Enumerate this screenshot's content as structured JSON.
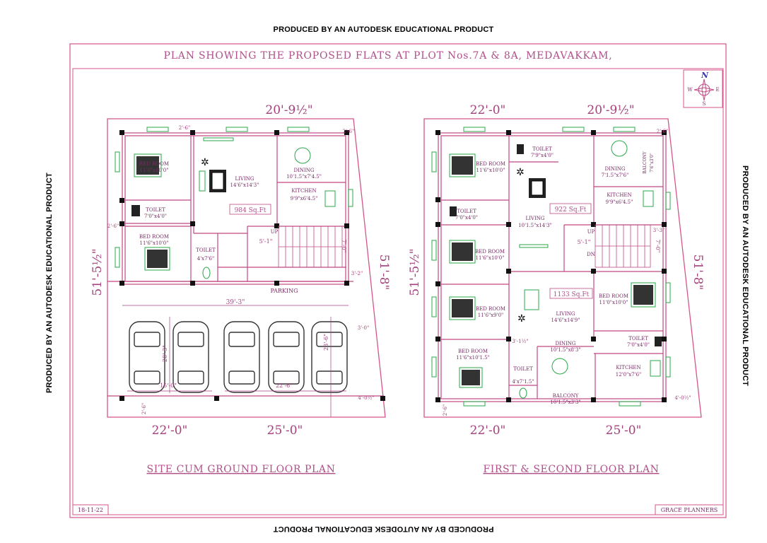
{
  "watermark": {
    "text": "PRODUCED BY AN AUTODESK EDUCATIONAL PRODUCT"
  },
  "sheet": {
    "title": "PLAN SHOWING THE PROPOSED FLATS AT PLOT Nos.7A & 8A, MEDAVAKKAM,",
    "date": "18-11-22",
    "firm": "GRACE PLANNERS",
    "colors": {
      "border": "#d4558c",
      "wall": "#c04884",
      "column": "#000000",
      "fixture": "#2aa84a",
      "text": "#9a3f78"
    }
  },
  "compass": {
    "n": "N",
    "s": "S",
    "e": "E",
    "w": "W"
  },
  "ground_plan": {
    "caption": "SITE CUM GROUND FLOOR PLAN",
    "dims": {
      "top": "20'-9½\"",
      "left": "51'-5½\"",
      "right": "51'-8\"",
      "bottom_left": "22'-0\"",
      "bottom_right": "25'-0\"",
      "width_39": "39'-3\"",
      "setback_a": "2'-6\"",
      "setback_b": "2'-6\"",
      "setback_c": "2'-6\"",
      "setback_d": "3'-2\"",
      "setback_e": "3'-0\"",
      "setback_f": "4'-0½\"",
      "stair_w": "5'-1\"",
      "stair_h": "7'-0\"",
      "park_a": "15'-0\"",
      "park_b": "22'-6\"",
      "park_h1": "20'-3\"",
      "park_h2": "23'-6\"",
      "setback_g": "2'-6\""
    },
    "rooms": {
      "bed1": "BED ROOM",
      "bed1_size": "11'6\"x10'0\"",
      "living": "LIVING",
      "living_size": "14'6\"x14'3\"",
      "dining": "DINING",
      "dining_size": "10'1.5\"x7'4.5\"",
      "kitchen": "KITCHEN",
      "kitchen_size": "9'9\"x6'4.5\"",
      "toilet1": "TOILET",
      "toilet1_size": "7'0\"x4'0\"",
      "bed2": "BED ROOM",
      "bed2_size": "11'6\"x10'0\"",
      "toilet2": "TOILET",
      "toilet2_size": "4'x7'6\"",
      "area": "984 Sq.Ft",
      "up": "UP",
      "parking": "PARKING"
    }
  },
  "upper_plan": {
    "caption": "FIRST & SECOND FLOOR PLAN",
    "dims": {
      "top_left": "22'-0\"",
      "top_right": "20'-9½\"",
      "left": "51'-5½\"",
      "right": "51'-8\"",
      "bottom_left": "22'-0\"",
      "bottom_right": "25'-0\"",
      "setback_a": "2'-6\"",
      "setback_b": "3'-3\"",
      "stair_w": "5'-1\"",
      "stair_h": "7'-0\"",
      "setback_c": "3'-1½\"",
      "setback_d": "4'-0½\"",
      "setback_e": "2'-6\""
    },
    "rooms": {
      "bed1": "BED ROOM",
      "bed1_size": "11'6\"x10'0\"",
      "toilet1": "TOILET",
      "toilet1_size": "7'9\"x4'0\"",
      "dining1": "DINING",
      "dining1_size": "7'1.5\"x7'6\"",
      "balcony1": "BALCONY",
      "balcony1_size": "7'6\"x3'0\"",
      "kitchen1": "KITCHEN",
      "kitchen1_size": "9'9\"x6'4.5\"",
      "toilet2": "TOILET",
      "toilet2_size": "7'0\"x4'0\"",
      "living1": "LIVING",
      "living1_size": "10'1.5\"x14'3\"",
      "area1": "922 Sq.Ft",
      "bed2": "BED ROOM",
      "bed2_size": "11'6\"x10'0\"",
      "up": "UP",
      "dn": "DN",
      "bed3": "BED ROOM",
      "bed3_size": "11'6\"x9'0\"",
      "living2": "LIVING",
      "living2_size": "14'6\"x14'9\"",
      "area2": "1133 Sq.Ft",
      "bed4": "BED ROOM",
      "bed4_size": "11'0\"x10'0\"",
      "toilet3": "TOILET",
      "toilet3_size": "7'0\"x4'0\"",
      "dining2": "DINING",
      "dining2_size": "10'1.5\"x8'3\"",
      "kitchen2": "KITCHEN",
      "kitchen2_size": "12'0\"x7'6\"",
      "bed5": "BED ROOM",
      "bed5_size": "11'6\"x10'1.5\"",
      "toilet4": "TOILET",
      "toilet4_size": "4'x7'1.5\"",
      "balcony2": "BALCONY",
      "balcony2_size": "10'1.5\"x3'3\""
    }
  }
}
